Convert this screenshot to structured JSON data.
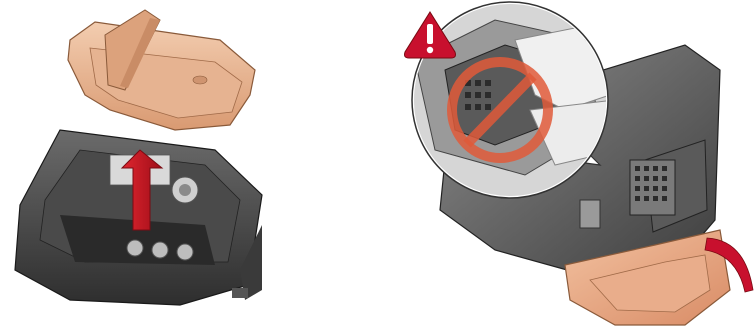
{
  "illustration": {
    "left": {
      "step": "remove-printhead-cover",
      "cover_color": "#e8b08a",
      "arrow_color": "#c8102e",
      "arrow_direction": "up",
      "icons": [
        "printhead-cover-icon",
        "lift-arrow-icon",
        "printhead-carriage-icon"
      ]
    },
    "right": {
      "step": "do-not-touch-contacts",
      "warning_color": "#c8102e",
      "prohibition_color": "#e05a3a",
      "icons": [
        "warning-icon",
        "no-touch-icon",
        "printhead-contacts-icon",
        "cover-rotate-arrow-icon"
      ]
    }
  }
}
